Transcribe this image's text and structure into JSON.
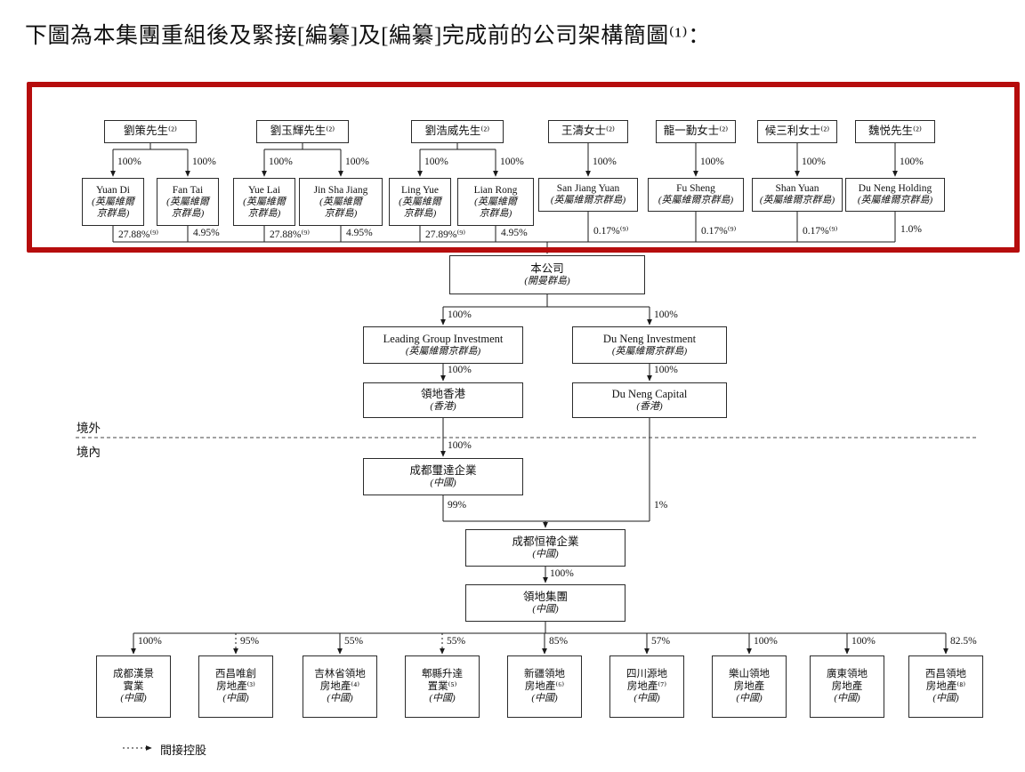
{
  "title": "下圖為本集團重組後及緊接[編纂]及[編纂]完成前的公司架構簡圖⁽¹⁾：",
  "regions": {
    "offshore": "境外",
    "onshore": "境內"
  },
  "legend": {
    "label": "間接控股"
  },
  "highlight_color": "#b60d0d",
  "nodes": [
    {
      "id": "person-liu-ce",
      "label": "劉策先生⁽²⁾"
    },
    {
      "id": "person-liu-yu-hui",
      "label": "劉玉輝先生⁽²⁾"
    },
    {
      "id": "person-liu-hao-wei",
      "label": "劉浩威先生⁽²⁾"
    },
    {
      "id": "person-wang-tao",
      "label": "王濤女士⁽²⁾"
    },
    {
      "id": "person-long-yi-qin",
      "label": "龍一勤女士⁽²⁾"
    },
    {
      "id": "person-hou-san-li",
      "label": "候三利女士⁽²⁾"
    },
    {
      "id": "person-wei-yue",
      "label": "魏悦先生⁽²⁾"
    },
    {
      "id": "yuan-di",
      "label": "Yuan Di",
      "sub": "(英屬維爾\n京群島)"
    },
    {
      "id": "fan-tai",
      "label": "Fan Tai",
      "sub": "(英屬維爾\n京群島)"
    },
    {
      "id": "yue-lai",
      "label": "Yue Lai",
      "sub": "(英屬維爾\n京群島)"
    },
    {
      "id": "jin-sha-jiang",
      "label": "Jin Sha Jiang",
      "sub": "(英屬維爾\n京群島)"
    },
    {
      "id": "ling-yue",
      "label": "Ling Yue",
      "sub": "(英屬維爾\n京群島)"
    },
    {
      "id": "lian-rong",
      "label": "Lian Rong",
      "sub": "(英屬維爾\n京群島)"
    },
    {
      "id": "san-jiang-yuan",
      "label": "San Jiang Yuan",
      "sub": "(英屬維爾京群島)"
    },
    {
      "id": "fu-sheng",
      "label": "Fu Sheng",
      "sub": "(英屬維爾京群島)"
    },
    {
      "id": "shan-yuan",
      "label": "Shan Yuan",
      "sub": "(英屬維爾京群島)"
    },
    {
      "id": "du-neng-holding",
      "label": "Du Neng Holding",
      "sub": "(英屬維爾京群島)"
    },
    {
      "id": "the-company",
      "label": "本公司",
      "sub": "(開曼群島)"
    },
    {
      "id": "leading-group-investment",
      "label": "Leading Group Investment",
      "sub": "(英屬維爾京群島)"
    },
    {
      "id": "du-neng-investment",
      "label": "Du Neng Investment",
      "sub": "(英屬維爾京群島)"
    },
    {
      "id": "lingdi-hk",
      "label": "領地香港",
      "sub": "(香港)"
    },
    {
      "id": "du-neng-capital",
      "label": "Du Neng Capital",
      "sub": "(香港)"
    },
    {
      "id": "chengdu-xida",
      "label": "成都璽達企業",
      "sub": "(中國)"
    },
    {
      "id": "chengdu-hengyi",
      "label": "成都恒禕企業",
      "sub": "(中國)"
    },
    {
      "id": "lingdi-group",
      "label": "領地集團",
      "sub": "(中國)"
    },
    {
      "id": "sub-chengdu-hanjing",
      "label": "成都漢景\n實業",
      "sub": "(中國)"
    },
    {
      "id": "sub-xichang-weichuang",
      "label": "西昌唯創\n房地產⁽³⁾",
      "sub": "(中國)"
    },
    {
      "id": "sub-jilin-lingdi",
      "label": "吉林省領地\n房地產⁽⁴⁾",
      "sub": "(中國)"
    },
    {
      "id": "sub-pixian-shengda",
      "label": "郫縣升達\n置業⁽⁵⁾",
      "sub": "(中國)"
    },
    {
      "id": "sub-xinjiang-lingdi",
      "label": "新疆領地\n房地產⁽⁶⁾",
      "sub": "(中國)"
    },
    {
      "id": "sub-sichuan-yuandi",
      "label": "四川源地\n房地產⁽⁷⁾",
      "sub": "(中國)"
    },
    {
      "id": "sub-leshan-lingdi",
      "label": "樂山領地\n房地產",
      "sub": "(中國)"
    },
    {
      "id": "sub-guangdong-lingdi",
      "label": "廣東領地\n房地產",
      "sub": "(中國)"
    },
    {
      "id": "sub-xichang-lingdi",
      "label": "西昌領地\n房地產⁽⁸⁾",
      "sub": "(中國)"
    }
  ],
  "edge_labels": [
    {
      "id": "hold-yuan-di",
      "text": "100%"
    },
    {
      "id": "hold-fan-tai",
      "text": "100%"
    },
    {
      "id": "hold-yue-lai",
      "text": "100%"
    },
    {
      "id": "hold-jin-sha-jiang",
      "text": "100%"
    },
    {
      "id": "hold-ling-yue",
      "text": "100%"
    },
    {
      "id": "hold-lian-rong",
      "text": "100%"
    },
    {
      "id": "hold-san-jiang-yuan",
      "text": "100%"
    },
    {
      "id": "hold-fu-sheng",
      "text": "100%"
    },
    {
      "id": "hold-shan-yuan",
      "text": "100%"
    },
    {
      "id": "hold-du-neng-holding",
      "text": "100%"
    },
    {
      "id": "stake-yuan-di",
      "text": "27.88%⁽⁹⁾"
    },
    {
      "id": "stake-fan-tai",
      "text": "4.95%"
    },
    {
      "id": "stake-yue-lai",
      "text": "27.88%⁽⁹⁾"
    },
    {
      "id": "stake-jin-sha-jiang",
      "text": "4.95%"
    },
    {
      "id": "stake-ling-yue",
      "text": "27.89%⁽⁹⁾"
    },
    {
      "id": "stake-lian-rong",
      "text": "4.95%"
    },
    {
      "id": "stake-san-jiang-yuan",
      "text": "0.17%⁽⁹⁾"
    },
    {
      "id": "stake-fu-sheng",
      "text": "0.17%⁽⁹⁾"
    },
    {
      "id": "stake-shan-yuan",
      "text": "0.17%⁽⁹⁾"
    },
    {
      "id": "stake-du-neng-holding",
      "text": "1.0%"
    },
    {
      "id": "into-leading-group-investment",
      "text": "100%"
    },
    {
      "id": "into-du-neng-investment",
      "text": "100%"
    },
    {
      "id": "into-lingdi-hk",
      "text": "100%"
    },
    {
      "id": "into-du-neng-capital",
      "text": "100%"
    },
    {
      "id": "into-chengdu-xida",
      "text": "100%"
    },
    {
      "id": "stake-chengdu-xida-in-hengyi",
      "text": "99%"
    },
    {
      "id": "stake-du-neng-capital-in-hengyi",
      "text": "1%"
    },
    {
      "id": "into-lingdi-group",
      "text": "100%"
    },
    {
      "id": "stake-chengdu-hanjing",
      "text": "100%"
    },
    {
      "id": "stake-xichang-weichuang",
      "text": "95%"
    },
    {
      "id": "stake-jilin-lingdi",
      "text": "55%"
    },
    {
      "id": "stake-pixian-shengda",
      "text": "55%"
    },
    {
      "id": "stake-xinjiang-lingdi",
      "text": "85%"
    },
    {
      "id": "stake-sichuan-yuandi",
      "text": "57%"
    },
    {
      "id": "stake-leshan-lingdi",
      "text": "100%"
    },
    {
      "id": "stake-guangdong-lingdi",
      "text": "100%"
    },
    {
      "id": "stake-xichang-lingdi",
      "text": "82.5%"
    }
  ]
}
